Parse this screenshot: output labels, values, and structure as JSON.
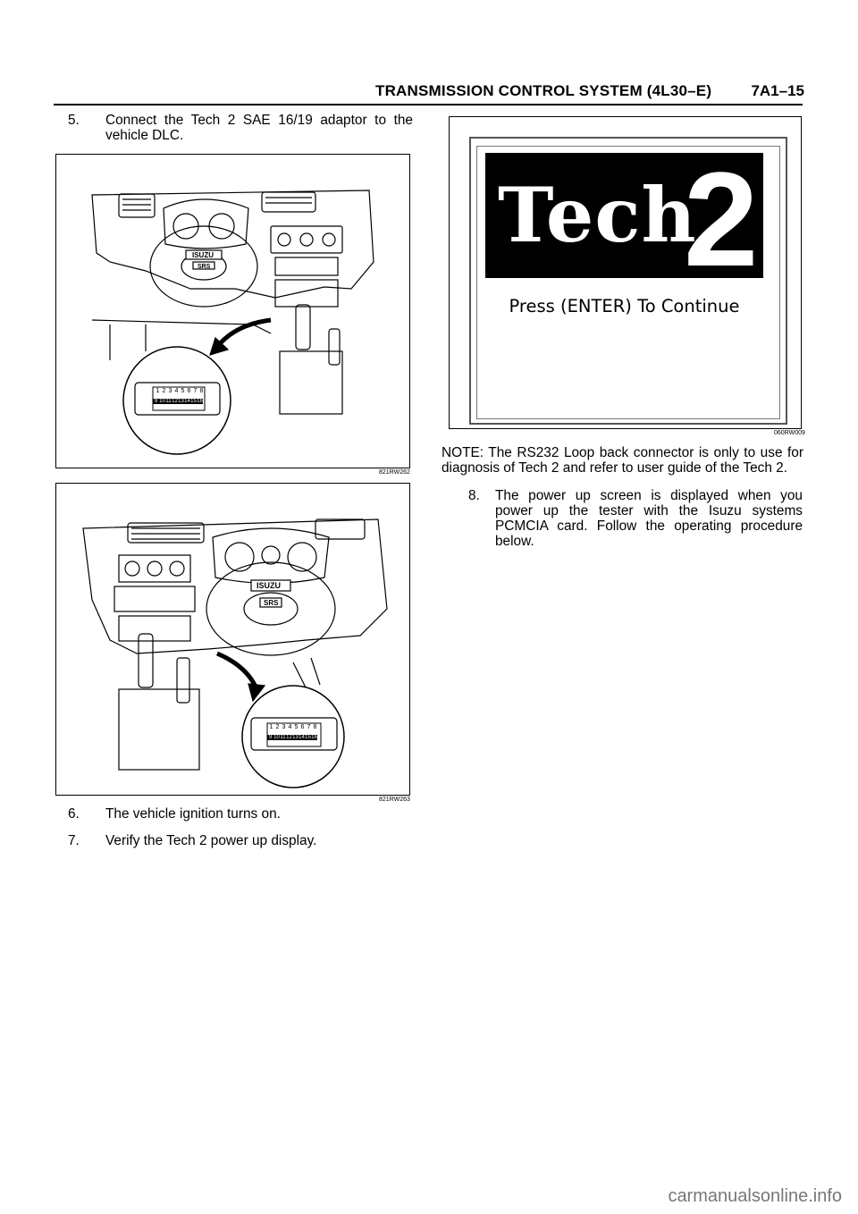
{
  "header": {
    "title": "TRANSMISSION CONTROL SYSTEM (4L30–E)",
    "page": "7A1–15"
  },
  "steps": {
    "step5": {
      "num": "5.",
      "text": "Connect the Tech 2 SAE 16/19 adaptor to the vehicle DLC."
    },
    "step6": {
      "num": "6.",
      "text": "The vehicle ignition turns on."
    },
    "step7": {
      "num": "7.",
      "text": "Verify the Tech 2 power up display."
    },
    "step8": {
      "num": "8.",
      "text": "The power up screen is displayed when you power up the tester with the Isuzu systems PCMCIA card. Follow the operating procedure below."
    }
  },
  "note": "NOTE: The RS232 Loop back connector is only to use for diagnosis of Tech 2 and refer to user guide of the Tech 2.",
  "figures": {
    "fig1": {
      "id": "821RW262",
      "brand": "ISUZU",
      "srs": "SRS",
      "pins_top": [
        "1",
        "2",
        "3",
        "4",
        "5",
        "6",
        "7",
        "8"
      ],
      "pins_bottom": [
        "9",
        "10",
        "11",
        "12",
        "13",
        "14",
        "15",
        "16"
      ]
    },
    "fig2": {
      "id": "821RW263",
      "brand": "ISUZU",
      "srs": "SRS",
      "pins_top": [
        "1",
        "2",
        "3",
        "4",
        "5",
        "6",
        "7",
        "8"
      ],
      "pins_bottom": [
        "9",
        "10",
        "11",
        "12",
        "13",
        "14",
        "15",
        "16"
      ]
    },
    "fig3": {
      "id": "060RW009",
      "tech_word": "Tech",
      "tech_num": "2",
      "press": "Press (ENTER) To Continue"
    }
  },
  "watermark": "carmanualsonline.info"
}
